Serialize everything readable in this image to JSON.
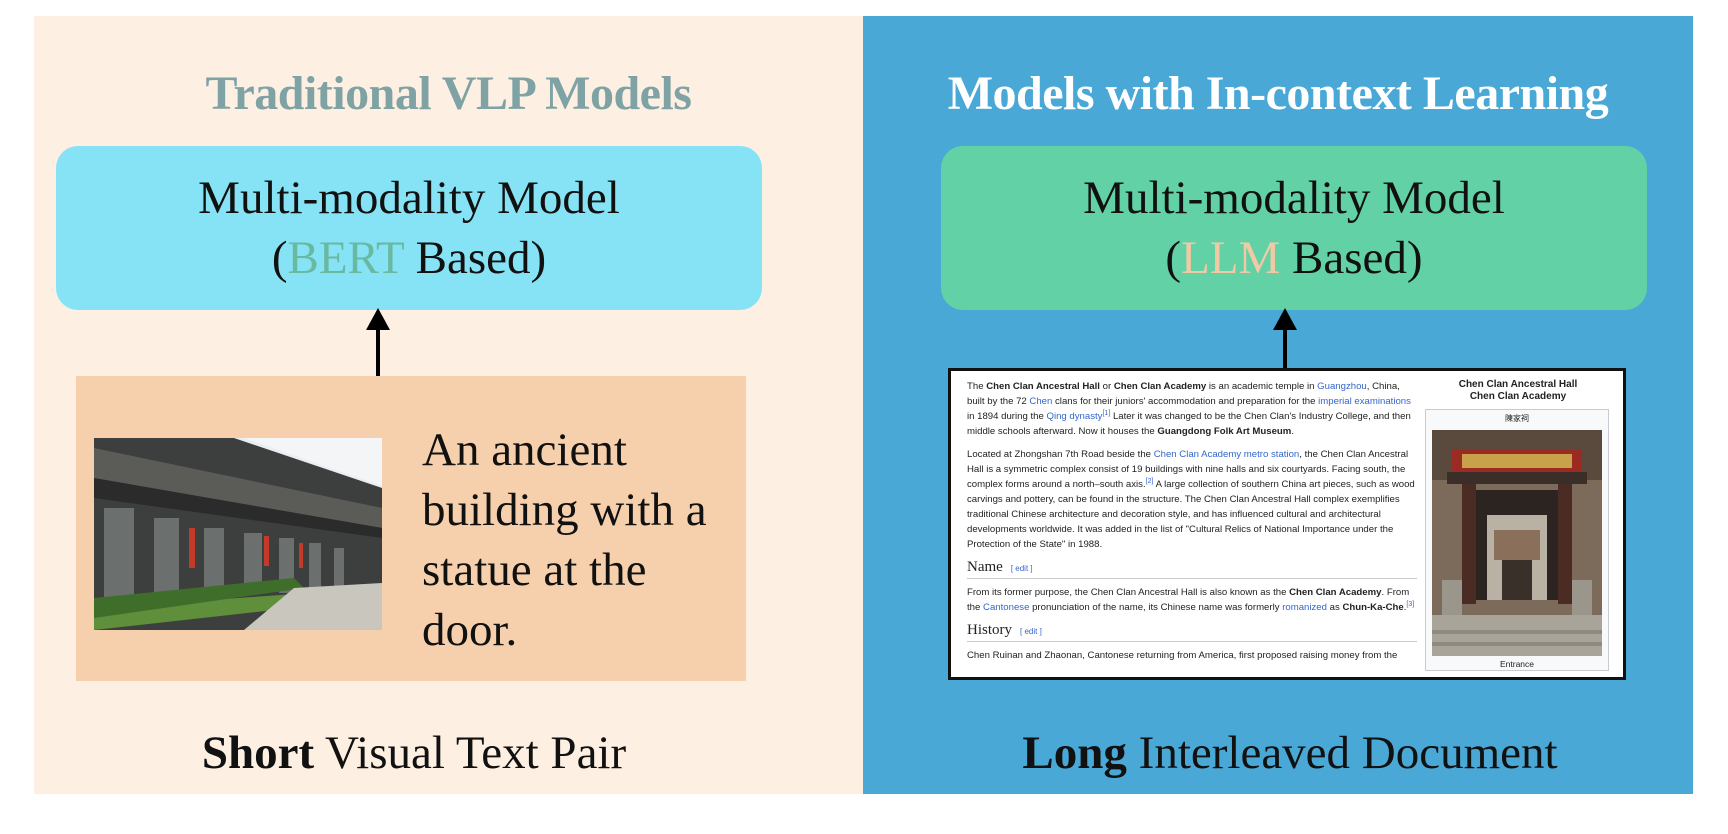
{
  "left": {
    "title": "Traditional VLP Models",
    "model_line1": "Multi-modality Model",
    "model_paren_open": "(",
    "model_highlight": "BERT",
    "model_rest": " Based)",
    "caption": "An ancient building with a statue at the door.",
    "bottom_bold": "Short",
    "bottom_rest": " Visual Text Pair",
    "colors": {
      "panel": "#fdf0e3",
      "box": "#86e3f6",
      "highlight": "#69b9a1",
      "pair_box": "#f6d0ac",
      "title": "#7fa3a5"
    }
  },
  "right": {
    "title": "Models with In-context Learning",
    "model_line1": "Multi-modality Model",
    "model_paren_open": "(",
    "model_highlight": "LLM",
    "model_rest": " Based)",
    "bottom_bold": "Long",
    "bottom_rest": " Interleaved Document",
    "colors": {
      "panel": "#4aa8d6",
      "box": "#62d1a6",
      "highlight": "#f2c9a4",
      "title": "#ffffff"
    }
  },
  "document": {
    "p1": {
      "a": "The ",
      "b1": "Chen Clan Ancestral Hall",
      "c": " or ",
      "b2": "Chen Clan Academy",
      "d": " is an academic temple in ",
      "l1": "Guangzhou",
      "e": ", China, built by the 72 ",
      "l2": "Chen",
      "f": " clans for their juniors' accommodation and preparation for the ",
      "l3": "imperial examinations",
      "g": " in 1894 during the ",
      "l4": "Qing dynasty",
      "s1": "[1]",
      "h": " Later it was changed to be the Chen Clan's Industry College, and then middle schools afterward. Now it houses the ",
      "b3": "Guangdong Folk Art Museum",
      "i": "."
    },
    "p2": {
      "a": "Located at Zhongshan 7th Road beside the ",
      "l1": "Chen Clan Academy metro station",
      "b": ", the Chen Clan Ancestral Hall is a symmetric complex consist of 19 buildings with nine halls and six courtyards. Facing south, the complex forms around a north–south axis.",
      "s1": "[2]",
      "c": " A large collection of southern China art pieces, such as wood carvings and pottery, can be found in the structure. The Chen Clan Ancestral Hall complex exemplifies traditional Chinese architecture and decoration style, and has influenced cultural and architectural developments worldwide. It was added in the list of \"Cultural Relics of National Importance under the Protection of the State\" in 1988."
    },
    "h_name": "Name",
    "edit": "[ edit ]",
    "p3": {
      "a": "From its former purpose, the Chen Clan Ancestral Hall is also known as the ",
      "b1": "Chen Clan Academy",
      "c": ". From the ",
      "l1": "Cantonese",
      "d": " pronunciation of the name, its Chinese name was formerly ",
      "l2": "romanized",
      "e": " as ",
      "b2": "Chun-Ka-Che",
      "f": ".",
      "s1": "[3]"
    },
    "h_history": "History",
    "p4": "Chen Ruinan and Zhaonan, Cantonese returning from America, first proposed raising money from the",
    "infobox": {
      "title_line1": "Chen Clan Ancestral Hall",
      "title_line2": "Chen Clan Academy",
      "native": "陳家祠",
      "caption": "Entrance"
    }
  }
}
